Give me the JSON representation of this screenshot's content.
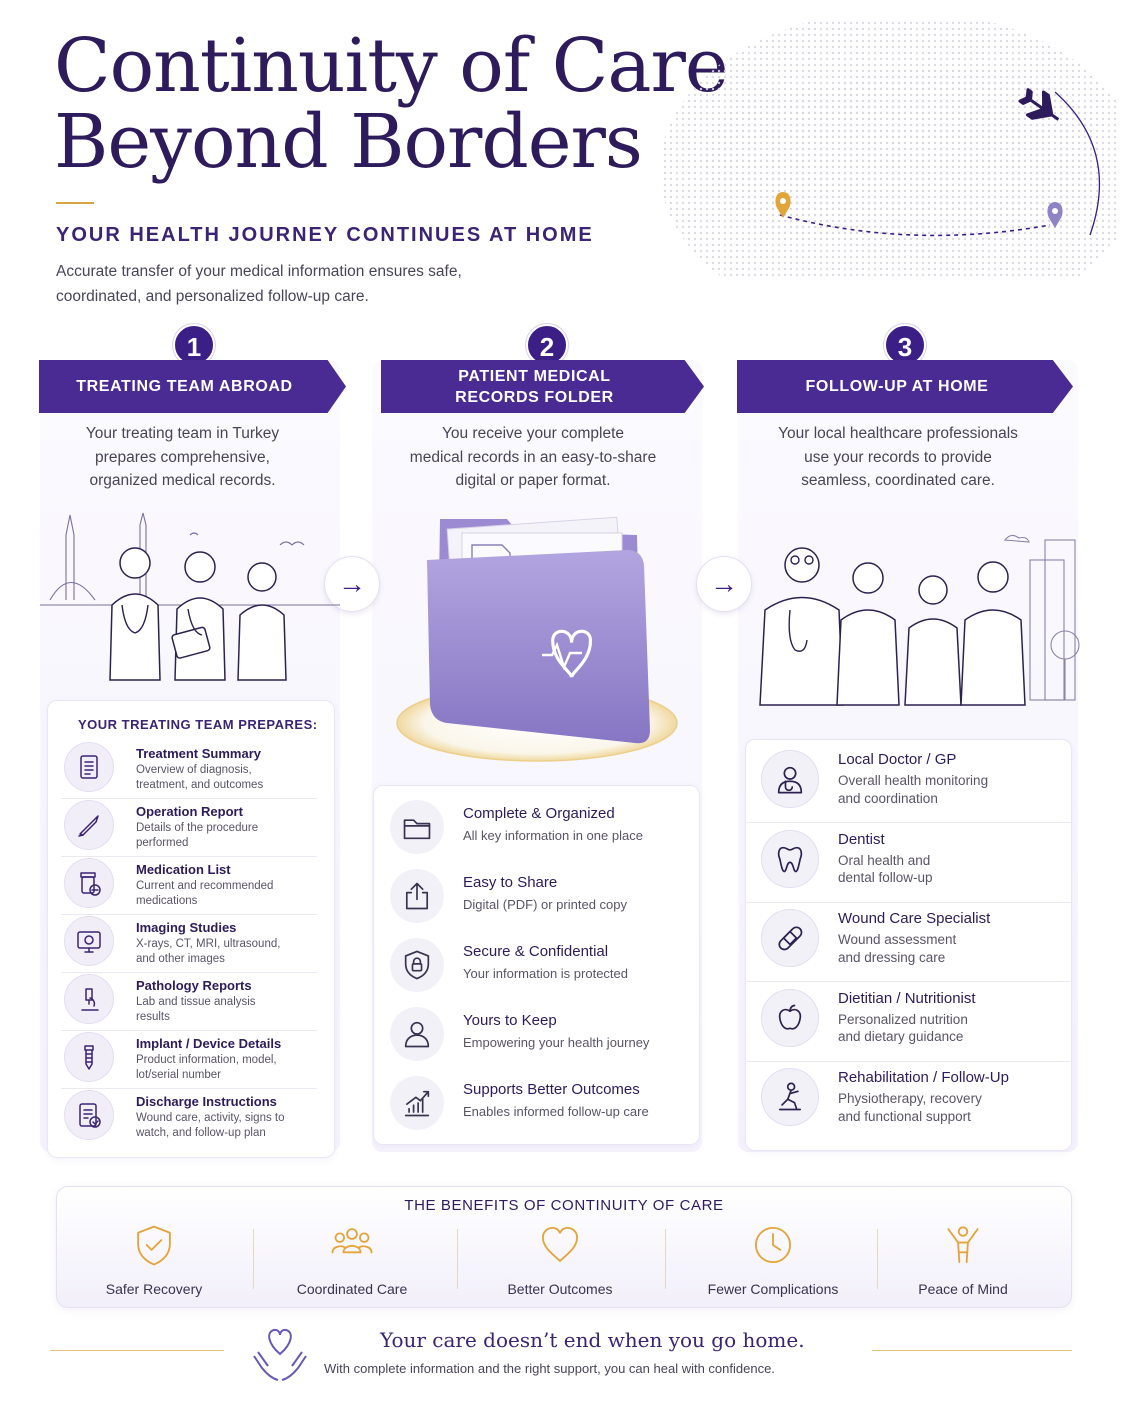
{
  "header": {
    "title_line1": "Continuity of Care",
    "title_line2": "Beyond Borders",
    "subtitle": "YOUR HEALTH JOURNEY CONTINUES AT HOME",
    "intro_line1": "Accurate transfer of your medical information ensures safe,",
    "intro_line2": "coordinated, and personalized follow-up care."
  },
  "steps": [
    {
      "number": "1",
      "label": "TREATING TEAM ABROAD",
      "desc": [
        "Your treating team in Turkey",
        "prepares comprehensive,",
        "organized medical records."
      ]
    },
    {
      "number": "2",
      "label_line1": "PATIENT MEDICAL",
      "label_line2": "RECORDS FOLDER",
      "desc": [
        "You receive your complete",
        "medical records in an easy-to-share",
        "digital or paper format."
      ]
    },
    {
      "number": "3",
      "label": "FOLLOW-UP AT HOME",
      "desc": [
        "Your local healthcare professionals",
        "use your records to provide",
        "seamless, coordinated care."
      ]
    }
  ],
  "team_prepares": {
    "title": "YOUR TREATING TEAM PREPARES:",
    "items": [
      {
        "icon": "document-icon",
        "title": "Treatment Summary",
        "sub1": "Overview of diagnosis,",
        "sub2": "treatment, and outcomes"
      },
      {
        "icon": "scalpel-icon",
        "title": "Operation Report",
        "sub1": "Details of the procedure",
        "sub2": "performed"
      },
      {
        "icon": "medication-icon",
        "title": "Medication List",
        "sub1": "Current and recommended",
        "sub2": "medications"
      },
      {
        "icon": "monitor-icon",
        "title": "Imaging Studies",
        "sub1": "X-rays, CT, MRI, ultrasound,",
        "sub2": "and other images"
      },
      {
        "icon": "microscope-icon",
        "title": "Pathology Reports",
        "sub1": "Lab and tissue analysis",
        "sub2": "results"
      },
      {
        "icon": "implant-icon",
        "title": "Implant / Device Details",
        "sub1": "Product information, model,",
        "sub2": "lot/serial number"
      },
      {
        "icon": "checklist-icon",
        "title": "Discharge Instructions",
        "sub1": "Wound care, activity, signs to",
        "sub2": "watch, and follow-up plan"
      }
    ]
  },
  "folder_features": [
    {
      "icon": "folder-icon",
      "title": "Complete & Organized",
      "sub": "All key information in one place"
    },
    {
      "icon": "share-icon",
      "title": "Easy to Share",
      "sub": "Digital (PDF) or printed copy"
    },
    {
      "icon": "lock-shield-icon",
      "title": "Secure & Confidential",
      "sub": "Your information is protected"
    },
    {
      "icon": "person-icon",
      "title": "Yours to Keep",
      "sub": "Empowering your health journey"
    },
    {
      "icon": "chart-up-icon",
      "title": "Supports Better Outcomes",
      "sub": "Enables informed follow-up care"
    }
  ],
  "home_care": [
    {
      "icon": "doctor-icon",
      "title": "Local Doctor / GP",
      "sub1": "Overall health monitoring",
      "sub2": "and coordination"
    },
    {
      "icon": "tooth-icon",
      "title": "Dentist",
      "sub1": "Oral health and",
      "sub2": "dental follow-up"
    },
    {
      "icon": "bandage-icon",
      "title": "Wound Care Specialist",
      "sub1": "Wound assessment",
      "sub2": "and dressing care"
    },
    {
      "icon": "apple-icon",
      "title": "Dietitian / Nutritionist",
      "sub1": "Personalized nutrition",
      "sub2": "and dietary guidance"
    },
    {
      "icon": "rehab-icon",
      "title": "Rehabilitation / Follow-Up",
      "sub1": "Physiotherapy, recovery",
      "sub2": "and functional support"
    }
  ],
  "benefits": {
    "title": "THE BENEFITS OF CONTINUITY OF CARE",
    "items": [
      {
        "icon": "shield-check-icon",
        "label": "Safer Recovery"
      },
      {
        "icon": "group-icon",
        "label": "Coordinated Care"
      },
      {
        "icon": "heart-icon",
        "label": "Better Outcomes"
      },
      {
        "icon": "clock-icon",
        "label": "Fewer Complications"
      },
      {
        "icon": "joy-person-icon",
        "label": "Peace of Mind"
      }
    ]
  },
  "footer": {
    "tagline": "Your care doesn’t end when you go home.",
    "sub": "With complete information and the right support, you can heal with confidence."
  },
  "colors": {
    "primary": "#3b1f86",
    "banner": "#4a2a93",
    "accent_gold": "#d9a441",
    "folder": "#a594d6"
  }
}
